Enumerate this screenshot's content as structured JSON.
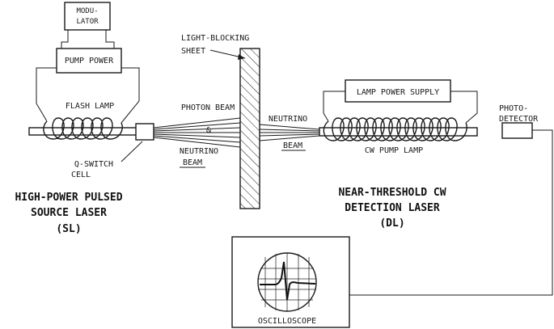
{
  "labels": {
    "modulator_line1": "MODU-",
    "modulator_line2": "LATOR",
    "pump_power": "PUMP POWER",
    "flash_lamp": "FLASH LAMP",
    "q_switch_line1": "Q-SWITCH",
    "q_switch_line2": "CELL",
    "source_laser_line1": "HIGH-POWER PULSED",
    "source_laser_line2": "SOURCE LASER",
    "source_laser_line3": "(SL)",
    "light_blocking_line1": "LIGHT-BLOCKING",
    "light_blocking_line2": "SHEET",
    "photon_beam": "PHOTON BEAM",
    "ampersand": "&",
    "neutrino_beam_line1": "NEUTRINO",
    "neutrino_beam_line2": "BEAM",
    "neutrino_right_line1": "NEUTRINO",
    "neutrino_right_line2": "BEAM",
    "lamp_power_supply": "LAMP POWER SUPPLY",
    "cw_pump_lamp": "CW PUMP LAMP",
    "photo_detector_line1": "PHOTO-",
    "photo_detector_line2": "DETECTOR",
    "detection_laser_line1": "NEAR-THRESHOLD CW",
    "detection_laser_line2": "DETECTION LASER",
    "detection_laser_line3": "(DL)",
    "oscilloscope": "OSCILLOSCOPE"
  },
  "colors": {
    "ink": "#1a1a1a",
    "background": "#ffffff"
  }
}
